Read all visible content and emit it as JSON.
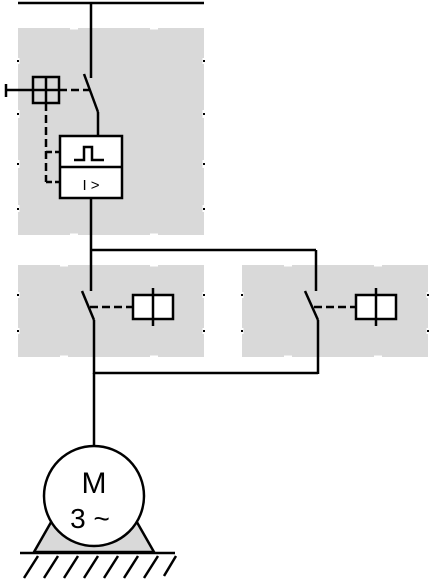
{
  "motor": {
    "label_top": "M",
    "label_bottom": "3 ~"
  },
  "breaker": {
    "trip_label": "I >"
  },
  "colors": {
    "module_fill": "#d9d9d9",
    "line": "#000000",
    "background": "#ffffff"
  }
}
